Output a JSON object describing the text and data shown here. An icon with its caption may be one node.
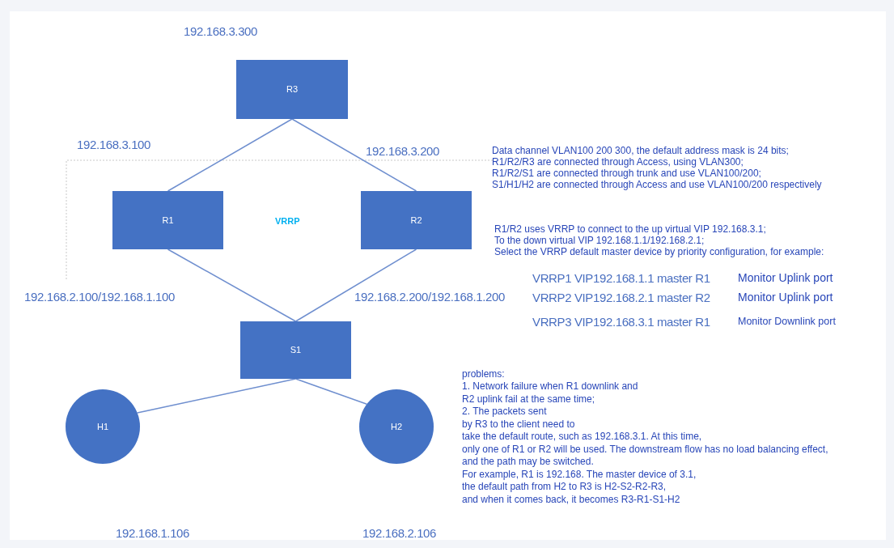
{
  "diagram": {
    "nodes": [
      {
        "text": [
          "R3"
        ]
      },
      {
        "text": [
          "R1"
        ]
      },
      {
        "text": [
          "R2"
        ]
      },
      {
        "text": [
          "S1"
        ]
      },
      {
        "text": [
          "H1"
        ]
      },
      {
        "text": [
          "H2"
        ]
      }
    ],
    "edges": [
      {
        "from": 0,
        "to": 1,
        "arrow": "none"
      },
      {
        "from": 0,
        "to": 2,
        "arrow": "none"
      },
      {
        "from": 1,
        "to": 3,
        "arrow": "none"
      },
      {
        "from": 2,
        "to": 3,
        "arrow": "none"
      },
      {
        "from": 3,
        "to": 4,
        "arrow": "none"
      },
      {
        "from": 3,
        "to": 5,
        "arrow": "none"
      }
    ],
    "labels": [
      "192.168.3.300",
      "192.168.3.100",
      "192.168.3.200",
      "VRRP",
      "192.168.2.100/192.168.1.100",
      "192.168.2.200/192.168.1.200",
      "192.168.1.106",
      "192.168.2.106",
      "Data channel VLAN100 200 300, the default address mask is 24 bits;",
      "R1/R2/R3 are connected through Access, using VLAN300;",
      "R1/R2/S1 are connected through trunk and use VLAN100/200;",
      "S1/H1/H2 are connected through Access and use VLAN100/200 respectively",
      "R1/R2 uses VRRP to connect to the up virtual VIP 192.168.3.1;",
      "To the down virtual VIP 192.168.1.1/192.168.2.1;",
      "Select the VRRP default master device by priority configuration, for example:",
      "VRRP1 VIP192.168.1.1 master R1",
      "Monitor Uplink port",
      "VRRP2 VIP192.168.2.1 master R2",
      "Monitor Uplink port",
      "VRRP3 VIP192.168.3.1 master R1",
      "Monitor Downlink port",
      "problems:",
      "1. Network failure when R1 downlink and",
      "R2 uplink fail at the same time;",
      "2. The packets sent",
      "by R3 to the client need to",
      "take the default route, such as 192.168.3.1. At this time,",
      "only one of R1 or R2 will be used. The downstream flow has no load balancing effect,",
      "and the path may be switched.",
      "For example, R1 is 192.168. The master device of 3.1,",
      "the default path from H2 to R3 is H2-S2-R2-R3,",
      "and when it comes back, it becomes R3-R1-S1-H2"
    ]
  }
}
